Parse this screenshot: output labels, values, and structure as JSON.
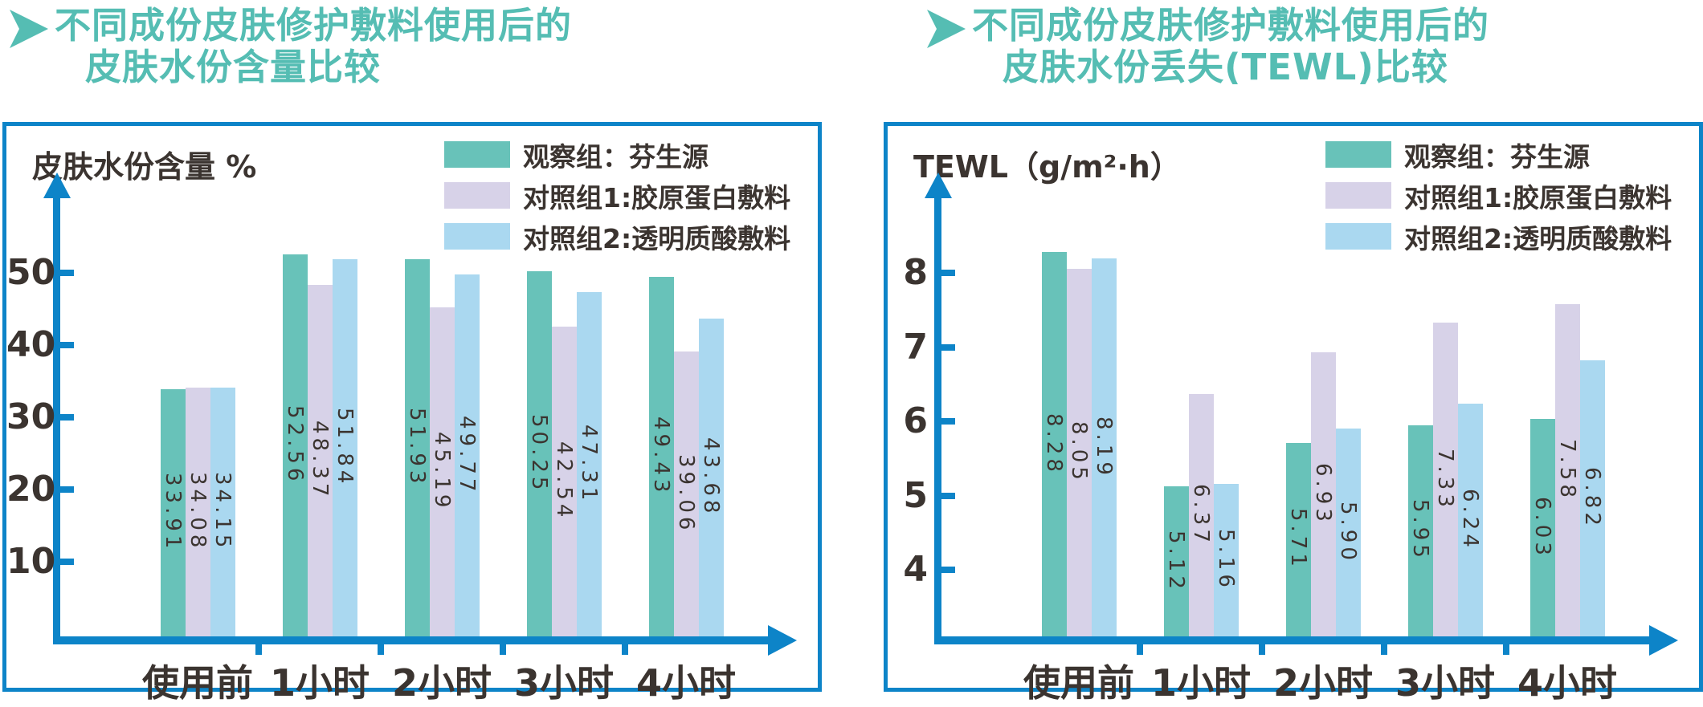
{
  "colors": {
    "teal": "#68c2b9",
    "lavender": "#d7d2e8",
    "blue": "#aad8f0",
    "axis_blue": "#0d84c8",
    "title_teal": "#55bdb3",
    "text_dark": "#3b3430",
    "panel_border": "#0d84c8"
  },
  "chart_data": [
    {
      "type": "bar",
      "title": "不同成份皮肤修护敷料使用后的皮肤水份含量比较",
      "title_lines": [
        "不同成份皮肤修护敷料使用后的",
        "皮肤水份含量比较"
      ],
      "ylabel": "皮肤水份含量 %",
      "categories": [
        "使用前",
        "1小时",
        "2小时",
        "3小时",
        "4小时"
      ],
      "series": [
        {
          "name": "观察组：芬生源",
          "color_key": "teal",
          "values": [
            33.91,
            52.56,
            51.93,
            50.25,
            49.43
          ]
        },
        {
          "name": "对照组1:胶原蛋白敷料",
          "color_key": "lavender",
          "values": [
            34.08,
            48.37,
            45.19,
            42.54,
            39.06
          ]
        },
        {
          "name": "对照组2:透明质酸敷料",
          "color_key": "blue",
          "values": [
            34.15,
            51.84,
            49.77,
            47.31,
            43.68
          ]
        }
      ],
      "yticks": [
        10,
        20,
        30,
        40,
        50
      ],
      "ylim": [
        0,
        56
      ],
      "legend_position": "top-right",
      "grid": false,
      "value_labels": "inside-bars, rotated 90deg, two decimals"
    },
    {
      "type": "bar",
      "title": "不同成份皮肤修护敷料使用后的皮肤水份丢失(TEWL)比较",
      "title_lines": [
        "不同成份皮肤修护敷料使用后的",
        "皮肤水份丢失(TEWL)比较"
      ],
      "ylabel": "TEWL（g/m²·h）",
      "categories": [
        "使用前",
        "1小时",
        "2小时",
        "3小时",
        "4小时"
      ],
      "series": [
        {
          "name": "观察组：芬生源",
          "color_key": "teal",
          "values": [
            8.28,
            5.12,
            5.71,
            5.95,
            6.03
          ]
        },
        {
          "name": "对照组1:胶原蛋白敷料",
          "color_key": "lavender",
          "values": [
            8.05,
            6.37,
            6.93,
            7.33,
            7.58
          ]
        },
        {
          "name": "对照组2:透明质酸敷料",
          "color_key": "blue",
          "values": [
            8.19,
            5.16,
            5.9,
            6.24,
            6.82
          ]
        }
      ],
      "yticks": [
        4,
        5,
        6,
        7,
        8
      ],
      "ylim": [
        3,
        8.6
      ],
      "legend_position": "top-right",
      "grid": false,
      "value_labels": "inside-bars, rotated 90deg, two decimals"
    }
  ]
}
